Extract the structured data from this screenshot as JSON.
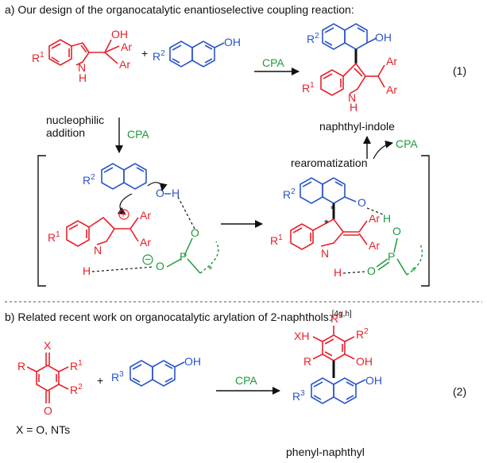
{
  "colors": {
    "red": "#e8202a",
    "blue": "#2a55c8",
    "green": "#1f9a3c",
    "black": "#111111"
  },
  "part_a": {
    "title": "a) Our design of the organocatalytic enantioselective coupling reaction:",
    "eq_number": "(1)",
    "catalyst": "CPA",
    "r1": "R",
    "r1_sup": "1",
    "r2": "R",
    "r2_sup": "2",
    "oh": "OH",
    "ar": "Ar",
    "nh_n": "N",
    "nh_h": "H",
    "plus": "+",
    "product_name": "naphthyl-indole",
    "step_nucleophilic_1": "nucleophilic",
    "step_nucleophilic_2": "addition",
    "step_rearomatization": "rearomatization",
    "o": "O",
    "h": "H",
    "p": "P",
    "star": "*",
    "plus_charge": "+",
    "minus_charge": "−"
  },
  "part_b": {
    "title": "b) Related recent work on organocatalytic arylation of 2-naphthols:",
    "title_ref": "[4g,h]",
    "eq_number": "(2)",
    "catalyst": "CPA",
    "x": "X",
    "r": "R",
    "r1": "R",
    "r1_sup": "1",
    "r2": "R",
    "r2_sup": "2",
    "r3": "R",
    "r3_sup": "3",
    "o": "O",
    "oh": "OH",
    "xh": "XH",
    "plus": "+",
    "x_def": "X = O, NTs",
    "product_name": "phenyl-naphthyl"
  }
}
